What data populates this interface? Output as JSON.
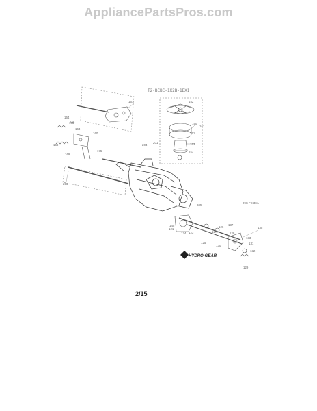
{
  "header": {
    "site_title": "AppliancePartsPros.com"
  },
  "diagram": {
    "part_code": "T2-BCBC-1X2B-1BX1",
    "brand": "HYDRO-GEAR",
    "page_number": "2/15",
    "ref_note": "09S FE 30A",
    "callouts": [
      "121",
      "123",
      "124",
      "125",
      "126",
      "127",
      "128",
      "129",
      "130",
      "131",
      "132",
      "133",
      "135",
      "137",
      "145",
      "150",
      "151",
      "152",
      "153",
      "154",
      "160",
      "161",
      "163",
      "164",
      "165",
      "166",
      "167",
      "168",
      "169",
      "175",
      "201",
      "204",
      "205",
      "206"
    ]
  }
}
